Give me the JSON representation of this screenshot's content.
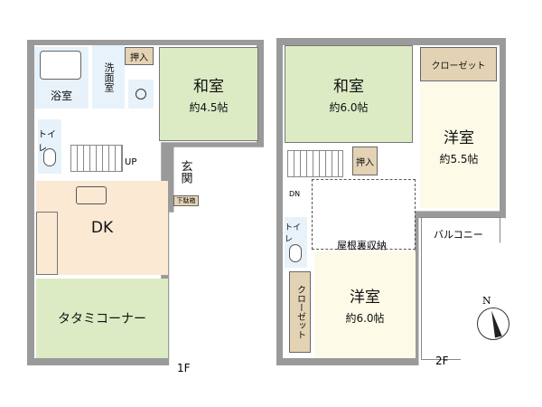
{
  "floor1": {
    "label": "1F",
    "rooms": {
      "bath": "浴室",
      "washroom": "洗面室",
      "oshiire": "押入",
      "washitsu": {
        "name": "和室",
        "size": "約4.5帖"
      },
      "toilet": "トイレ",
      "stairs": "UP",
      "entrance": "玄関",
      "shoe_box": "下駄箱",
      "dk": "DK",
      "tatami": "タタミコーナー"
    }
  },
  "floor2": {
    "label": "2F",
    "rooms": {
      "washitsu": {
        "name": "和室",
        "size": "約6.0帖"
      },
      "closet_top": "クローゼット",
      "western_a": {
        "name": "洋室",
        "size": "約5.5帖"
      },
      "oshiire": "押入",
      "stairs": "DN",
      "toilet": "トイレ",
      "attic": "屋根裏収納",
      "balcony": "バルコニー",
      "western_b": {
        "name": "洋室",
        "size": "約6.0帖"
      },
      "closet_side": "クローゼット"
    }
  },
  "compass": "N",
  "colors": {
    "tatami": "#dcebc4",
    "wet": "#e8f2fa",
    "storage": "#e3d3b4",
    "dk": "#fbe9d3",
    "western": "#fdfbe7",
    "wall": "#9a9a9a"
  }
}
